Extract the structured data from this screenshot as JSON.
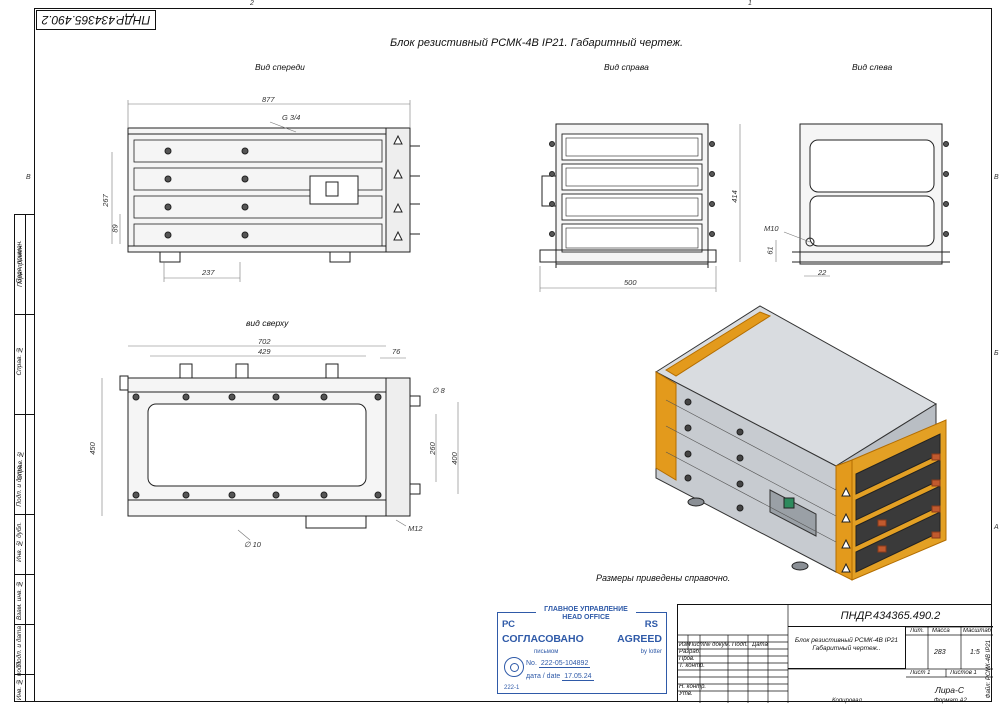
{
  "document": {
    "number_stamp": "ПНДР.434365.490.2",
    "title": "Блок резистивный РСМК-4В IP21. Габаритный чертеж.",
    "views": {
      "front": "Вид спереди",
      "right": "Вид справа",
      "left": "Вид слева",
      "top": "вид сверху"
    },
    "note": "Размеры приведены справочно.",
    "zones": [
      "2",
      "1",
      "В",
      "Б",
      "А",
      "А"
    ]
  },
  "dimensions": {
    "front": {
      "width": "877",
      "thread": "G 3/4",
      "height_total": "267",
      "height_part": "89",
      "offset": "237"
    },
    "right": {
      "width": "500",
      "height": "414"
    },
    "left": {
      "bolt": "M10",
      "height": "61",
      "offset": "22"
    },
    "top": {
      "d1": "702",
      "d2": "429",
      "d3": "76",
      "depth": "450",
      "h1": "260",
      "h2": "400",
      "hole": "∅ 8",
      "hole2": "∅ 10",
      "bolt": "M12"
    }
  },
  "margin_strip": [
    "Перв. примен.",
    "Справ. №",
    "Подп. и дата",
    "Инв. № дубл.",
    "Взам. инв. №",
    "Подп. и дата",
    "Инв. № подл."
  ],
  "approval": {
    "header_ru": "ГЛАВНОЕ УПРАВЛЕНИЕ",
    "header_en": "HEAD OFFICE",
    "left_code": "РС",
    "right_code": "RS",
    "agreed_ru": "СОГЛАСОВАНО",
    "agreed_en": "AGREED",
    "letter_ru": "письмом",
    "letter_en": "by lotter",
    "number_label": "No.",
    "number": "222-05-104892",
    "date_label": "дата / date",
    "date": "17.05.24",
    "stamp_code": "222-1",
    "color": "#2f5aa8"
  },
  "title_block": {
    "code": "ПНДР.434365.490.2",
    "name": "Блок резистивный РСМК-4В IP21 Габаритный чертеж..",
    "header_lit": "Лит.",
    "header_mass": "Масса",
    "header_scale": "Масштаб",
    "mass": "283",
    "scale": "1:5",
    "sheet": "Лист 1",
    "sheets": "Листов 1",
    "organization": "Лира-С",
    "rows": [
      "Изм",
      "Лист",
      "№ докум.",
      "Подп.",
      "Дата"
    ],
    "roles": [
      "Разраб.",
      "Пров.",
      "Т. контр.",
      "",
      "Н. контр.",
      "Утв."
    ],
    "copied": "Копировал",
    "format": "Формат А2",
    "file": "Файл: РСМК-4В IP21"
  }
}
